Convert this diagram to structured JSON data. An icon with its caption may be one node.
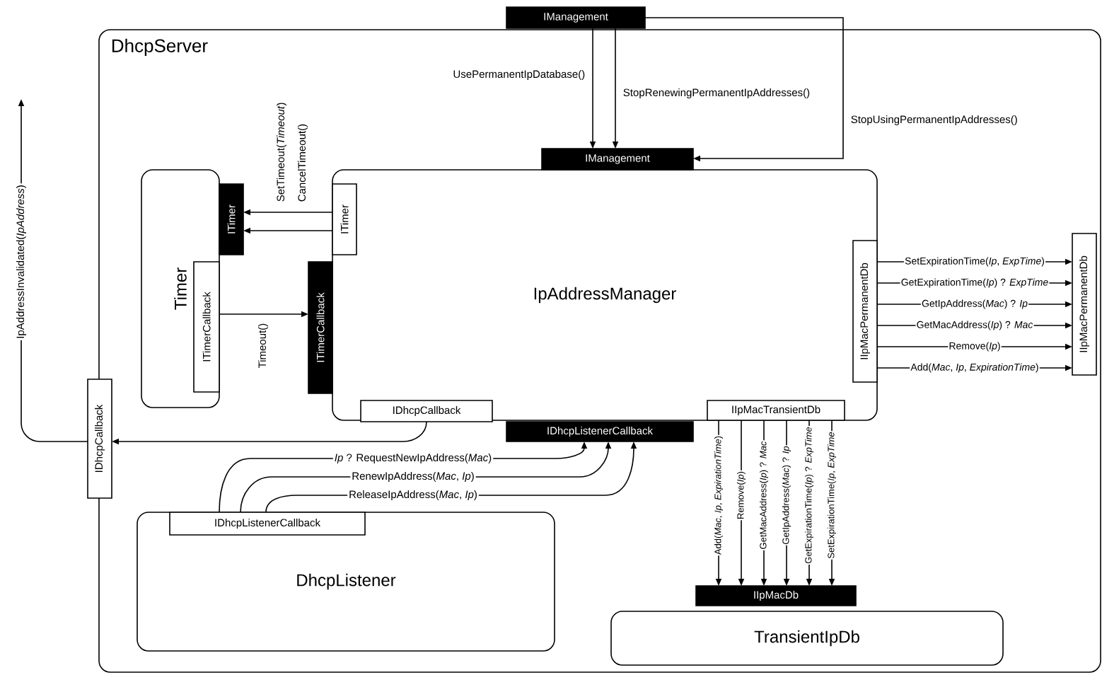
{
  "diagram": {
    "nodes": [
      {
        "text": [
          "DhcpServer"
        ]
      },
      {
        "text": [
          "IManagement"
        ]
      },
      {
        "text": [
          "IManagement"
        ],
        "in": 0
      },
      {
        "text": [
          "IpAddressManager"
        ],
        "in": 0
      },
      {
        "text": [
          "Timer"
        ],
        "in": 0
      },
      {
        "text": [
          "ITimer"
        ],
        "in": 0
      },
      {
        "text": [
          "ITimerCallback"
        ],
        "in": 4
      },
      {
        "text": [
          "ITimer"
        ],
        "in": 3
      },
      {
        "text": [
          "ITimerCallback"
        ],
        "in": 0
      },
      {
        "text": [
          "IDhcpCallback"
        ],
        "in": 3
      },
      {
        "text": [
          "IDhcpListenerCallback"
        ],
        "in": 0
      },
      {
        "text": [
          "IIpMacTransientDb"
        ],
        "in": 3
      },
      {
        "text": [
          "IIpMacPermanentDb"
        ],
        "in": 3
      },
      {
        "text": [
          "IIpMacPermanentDb"
        ],
        "in": 0
      },
      {
        "text": [
          "IDhcpCallback"
        ]
      },
      {
        "text": [
          "DhcpListener"
        ],
        "in": 0
      },
      {
        "text": [
          "IDhcpListenerCallback"
        ],
        "in": 15
      },
      {
        "text": [
          "TransientIpDb"
        ],
        "in": 0
      },
      {
        "text": [
          "IIpMacDb"
        ],
        "in": 0
      }
    ],
    "edges": [
      {
        "from": 1,
        "to": 2,
        "arrow": "to",
        "label": "UsePermanentIpDatabase()"
      },
      {
        "from": 1,
        "to": 2,
        "arrow": "to",
        "label": "StopRenewingPermanentIpAddresses()"
      },
      {
        "from": 1,
        "to": 2,
        "arrow": "to",
        "label": "StopUsingPermanentIpAddresses()"
      },
      {
        "from": 7,
        "to": 5,
        "arrow": "to",
        "label": "SetTimeout(*Timeout*)"
      },
      {
        "from": 7,
        "to": 5,
        "arrow": "to",
        "label": "CancelTimeout()"
      },
      {
        "from": 6,
        "to": 8,
        "arrow": "to",
        "label": "Timeout()"
      },
      {
        "from": 9,
        "to": 14,
        "arrow": "to"
      },
      {
        "from": 14,
        "to": null,
        "arrow": "to",
        "label": "IpAddressInvalidated(*IpAddress*)"
      },
      {
        "from": 16,
        "to": 10,
        "arrow": "to",
        "label": "*Ip* ? RequestNewIpAddress(*Mac*)"
      },
      {
        "from": 16,
        "to": 10,
        "arrow": "to",
        "label": "RenewIpAddress(*Mac*, *Ip*)"
      },
      {
        "from": 16,
        "to": 10,
        "arrow": "to",
        "label": "ReleaseIpAddress(*Mac*, *Ip*)"
      },
      {
        "from": 11,
        "to": 18,
        "arrow": "to",
        "label": "Add(*Mac*, *Ip*, *ExpirationTime*)"
      },
      {
        "from": 11,
        "to": 18,
        "arrow": "to",
        "label": "Remove(*Ip*)"
      },
      {
        "from": 11,
        "to": 18,
        "arrow": "to",
        "label": "GetMacAddress(*Ip*) ? *Mac*"
      },
      {
        "from": 11,
        "to": 18,
        "arrow": "to",
        "label": "GetIpAddress(*Mac*) ? *Ip*"
      },
      {
        "from": 11,
        "to": 18,
        "arrow": "to",
        "label": "GetExpirationTime(*Ip*) ? *ExpTime*"
      },
      {
        "from": 11,
        "to": 18,
        "arrow": "to",
        "label": "SetExpirationTime(*Ip*, *ExpTime*"
      },
      {
        "from": 12,
        "to": 13,
        "arrow": "to",
        "label": "Add(*Mac*, *Ip*, *ExpirationTime*)"
      },
      {
        "from": 12,
        "to": 13,
        "arrow": "to",
        "label": "Remove(*Ip*)"
      },
      {
        "from": 12,
        "to": 13,
        "arrow": "to",
        "label": "GetMacAddress(*Ip*) ? *Mac*"
      },
      {
        "from": 12,
        "to": 13,
        "arrow": "to",
        "label": "GetIpAddress(*Mac*) ? *Ip*"
      },
      {
        "from": 12,
        "to": 13,
        "arrow": "to",
        "label": "GetExpirationTime(*Ip*) ? *ExpTime*"
      },
      {
        "from": 12,
        "to": 13,
        "arrow": "to",
        "label": "SetExpirationTime(*Ip*, *ExpTime*)"
      }
    ]
  }
}
